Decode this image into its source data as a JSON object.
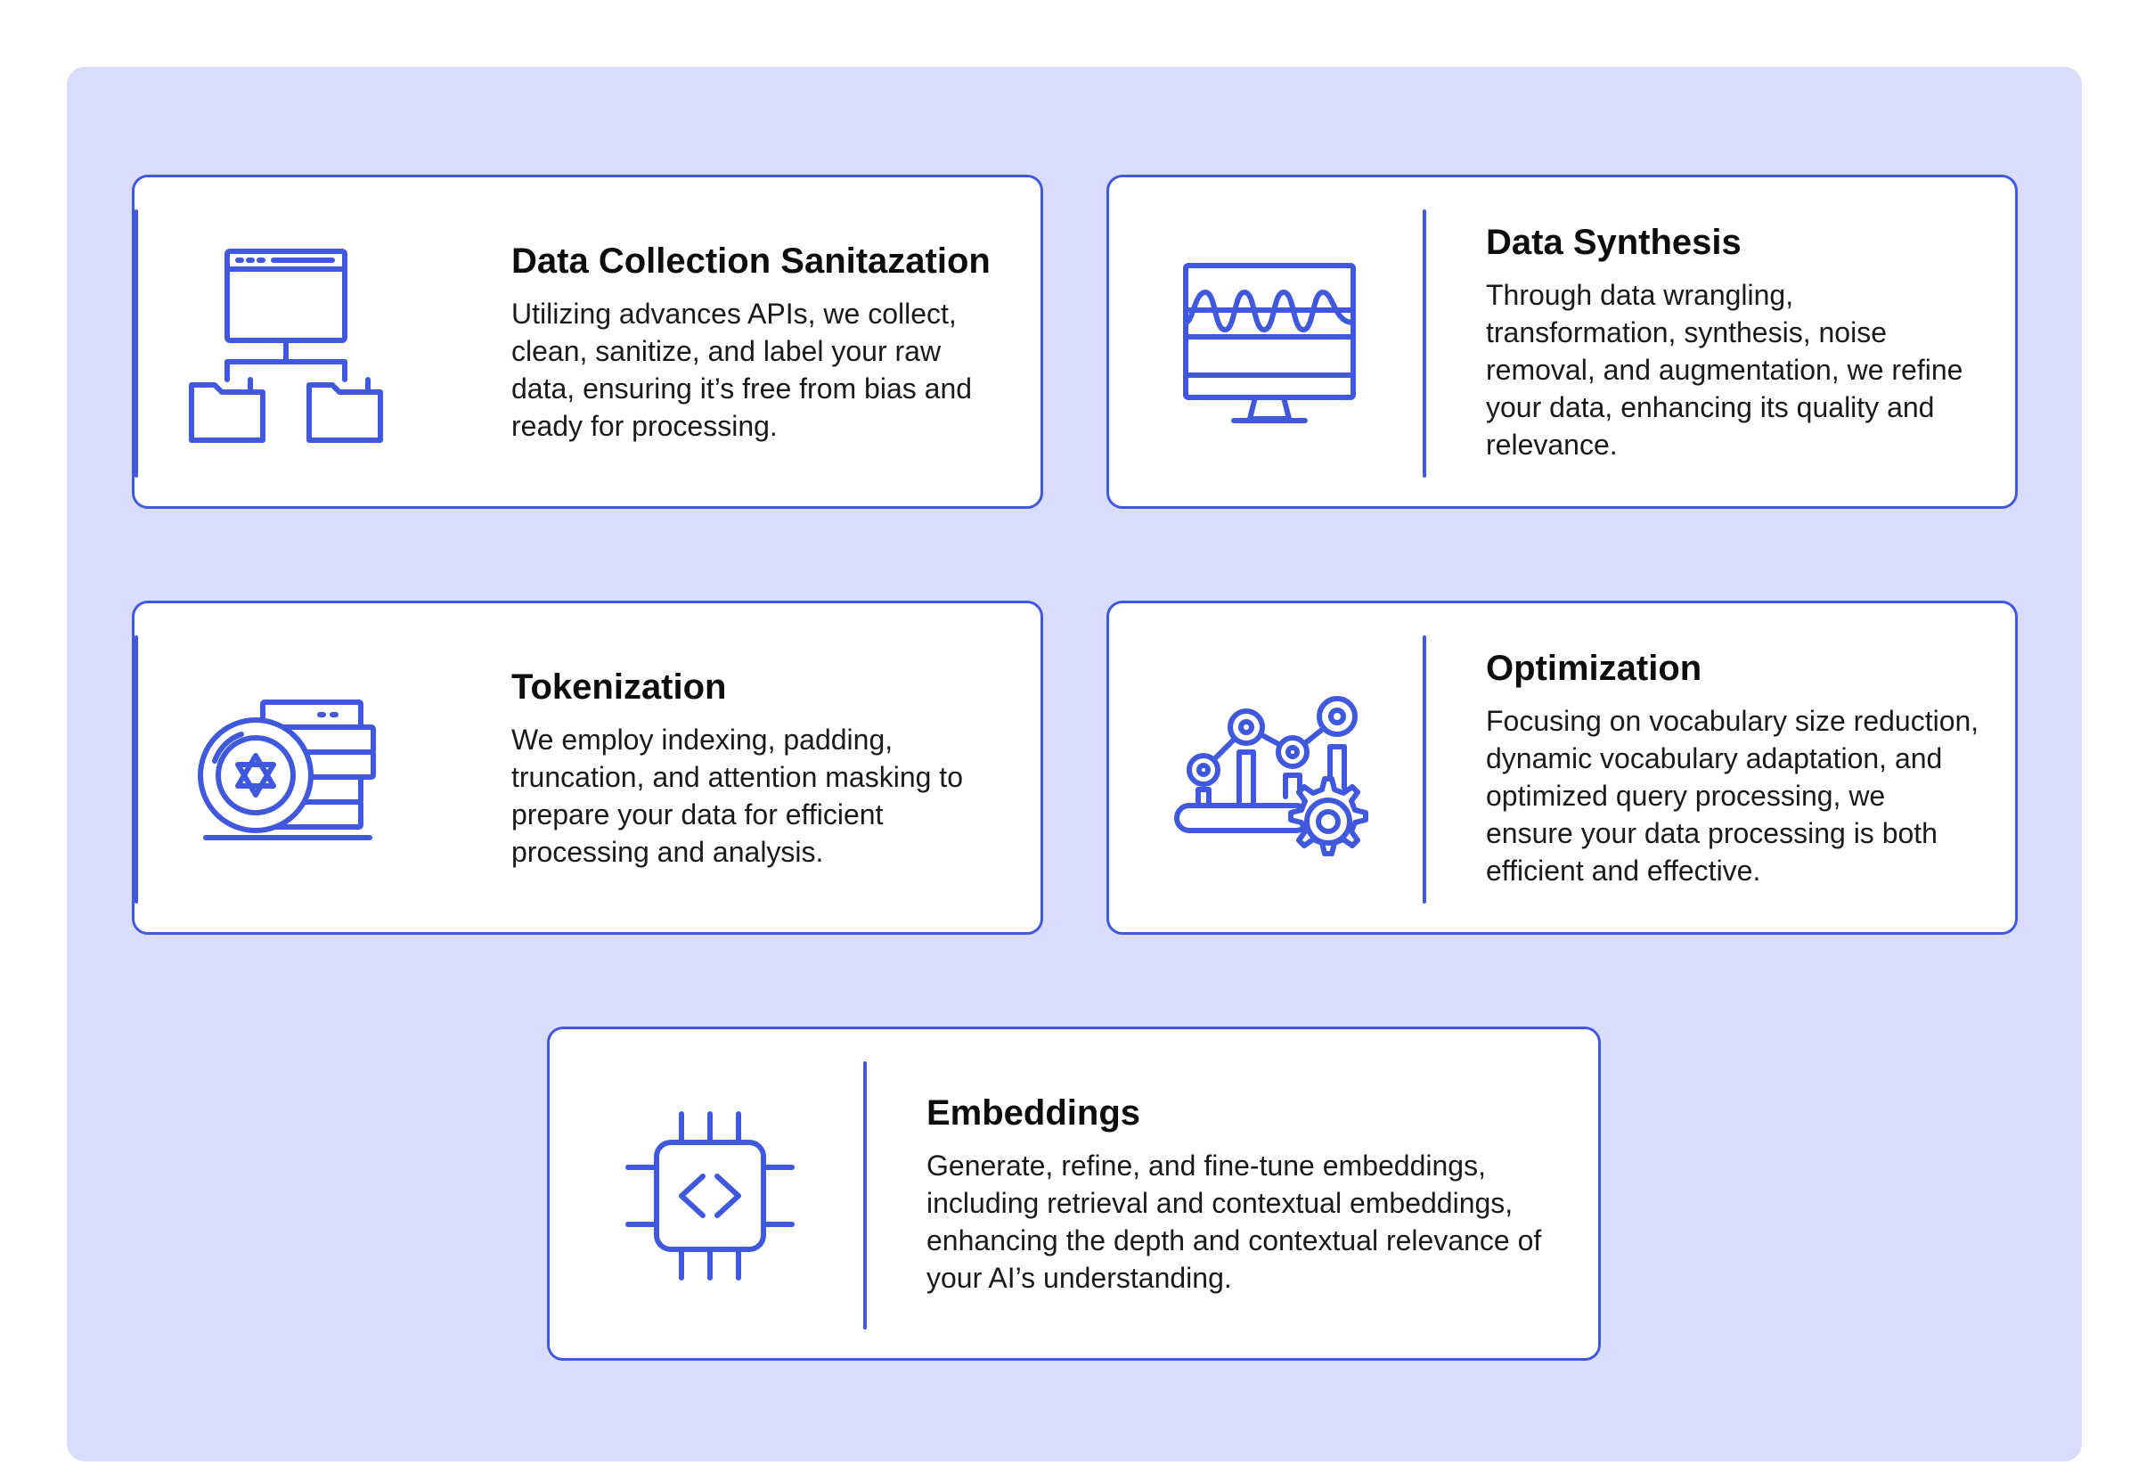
{
  "colors": {
    "background_panel": "#d9dcfa",
    "accent": "#3f58dc",
    "card_background": "#ffffff"
  },
  "cards": [
    {
      "icon": "hierarchy-folders-icon",
      "title": "Data Collection Sanitazation",
      "body": "Utilizing advances APIs, we collect, clean, sanitize, and label your raw data, ensuring it’s free from bias and ready for processing."
    },
    {
      "icon": "monitor-waveform-icon",
      "title": "Data Synthesis",
      "body": "Through data wrangling, transformation, synthesis, noise removal, and augmentation, we refine your data, enhancing its quality and relevance."
    },
    {
      "icon": "token-coins-icon",
      "title": "Tokenization",
      "body": "We employ indexing, padding, truncation, and attention masking to prepare your data for efficient processing and analysis."
    },
    {
      "icon": "optimization-gear-chart-icon",
      "title": "Optimization",
      "body": "Focusing on vocabulary size reduction, dynamic vocabulary adaptation, and optimized query processing, we ensure your data processing is both efficient and effective."
    },
    {
      "icon": "chip-code-icon",
      "title": "Embeddings",
      "body": "Generate, refine, and fine-tune embeddings, including retrieval and contextual embeddings, enhancing the depth and contextual relevance of your AI’s understanding."
    }
  ]
}
